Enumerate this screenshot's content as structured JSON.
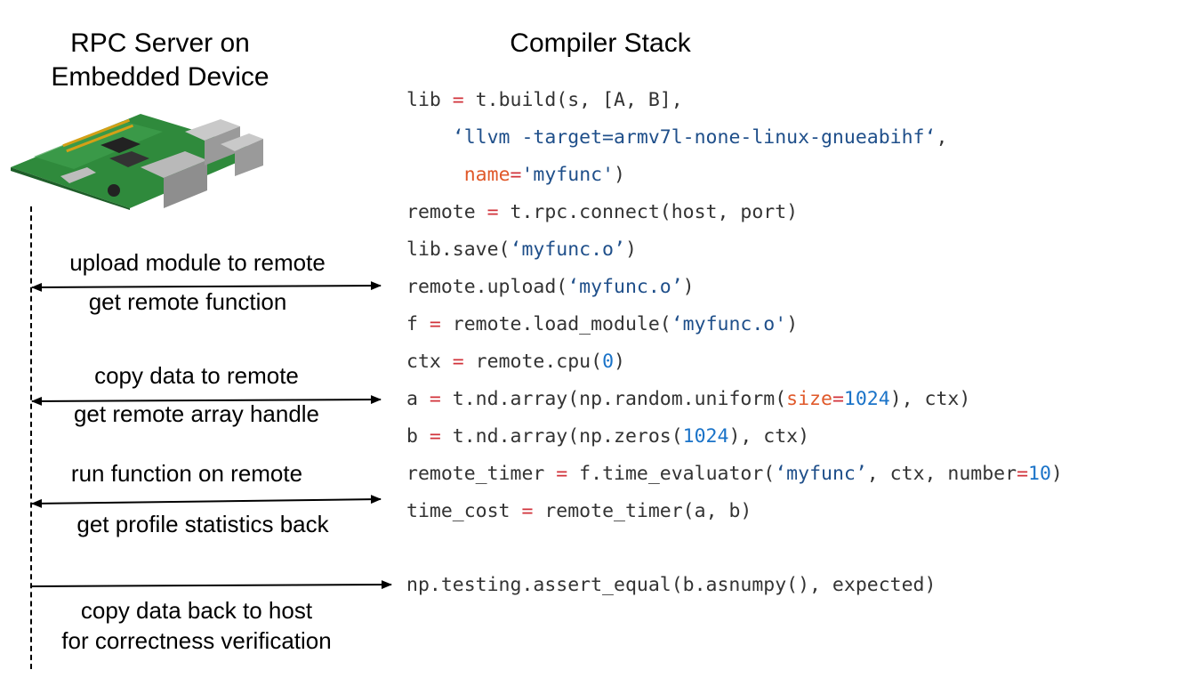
{
  "left_title": "RPC Server on\nEmbedded Device",
  "right_title": "Compiler Stack",
  "code_lines": [
    [
      {
        "t": "lib ",
        "c": ""
      },
      {
        "t": "=",
        "c": "op"
      },
      {
        "t": " t.build(s, [A, B],",
        "c": ""
      }
    ],
    [
      {
        "t": "    ",
        "c": ""
      },
      {
        "t": "‘llvm -target=armv7l-none-linux-gnueabihf‘",
        "c": "str"
      },
      {
        "t": ",",
        "c": ""
      }
    ],
    [
      {
        "t": "     ",
        "c": ""
      },
      {
        "t": "name",
        "c": "kw"
      },
      {
        "t": "=",
        "c": "op"
      },
      {
        "t": "'myfunc'",
        "c": "str"
      },
      {
        "t": ")",
        "c": ""
      }
    ],
    [
      {
        "t": "remote ",
        "c": ""
      },
      {
        "t": "=",
        "c": "op"
      },
      {
        "t": " t.rpc.connect(host, port)",
        "c": ""
      }
    ],
    [
      {
        "t": "lib.save(",
        "c": ""
      },
      {
        "t": "‘myfunc.o’",
        "c": "str"
      },
      {
        "t": ")",
        "c": ""
      }
    ],
    [
      {
        "t": "remote.upload(",
        "c": ""
      },
      {
        "t": "‘myfunc.o’",
        "c": "str"
      },
      {
        "t": ")",
        "c": ""
      }
    ],
    [
      {
        "t": "f ",
        "c": ""
      },
      {
        "t": "=",
        "c": "op"
      },
      {
        "t": " remote.load_module(",
        "c": ""
      },
      {
        "t": "‘myfunc.o'",
        "c": "str"
      },
      {
        "t": ")",
        "c": ""
      }
    ],
    [
      {
        "t": "ctx ",
        "c": ""
      },
      {
        "t": "=",
        "c": "op"
      },
      {
        "t": " remote.cpu(",
        "c": ""
      },
      {
        "t": "0",
        "c": "num"
      },
      {
        "t": ")",
        "c": ""
      }
    ],
    [
      {
        "t": "a ",
        "c": ""
      },
      {
        "t": "=",
        "c": "op"
      },
      {
        "t": " t.nd.array(np.random.uniform(",
        "c": ""
      },
      {
        "t": "size",
        "c": "kw"
      },
      {
        "t": "=",
        "c": "op"
      },
      {
        "t": "1024",
        "c": "num"
      },
      {
        "t": "), ctx)",
        "c": ""
      }
    ],
    [
      {
        "t": "b ",
        "c": ""
      },
      {
        "t": "=",
        "c": "op"
      },
      {
        "t": " t.nd.array(np.zeros(",
        "c": ""
      },
      {
        "t": "1024",
        "c": "num"
      },
      {
        "t": "), ctx)",
        "c": ""
      }
    ],
    [
      {
        "t": "remote_timer ",
        "c": ""
      },
      {
        "t": "=",
        "c": "op"
      },
      {
        "t": " f.time_evaluator(",
        "c": ""
      },
      {
        "t": "‘myfunc’",
        "c": "str"
      },
      {
        "t": ", ctx, number",
        "c": ""
      },
      {
        "t": "=",
        "c": "op"
      },
      {
        "t": "10",
        "c": "num"
      },
      {
        "t": ")",
        "c": ""
      }
    ],
    [
      {
        "t": "time_cost ",
        "c": ""
      },
      {
        "t": "=",
        "c": "op"
      },
      {
        "t": " remote_timer(a, b)",
        "c": ""
      }
    ],
    [
      {
        "t": "np.testing.assert_equal(b.asnumpy(), expected)",
        "c": ""
      }
    ]
  ],
  "arrow_labels": {
    "a1_top": "upload module to remote",
    "a1_bottom": "get remote function",
    "a2_top": "copy data to remote",
    "a2_bottom": "get remote array handle",
    "a3_top": "run function on remote",
    "a3_bottom": "get profile statistics back",
    "a4_bottom_1": "copy data back to host",
    "a4_bottom_2": "for correctness verification"
  },
  "colors": {
    "operator": "#d1323a",
    "string": "#1f4f8a",
    "keyword": "#e0592a",
    "number": "#1a73c8",
    "board": "#2f8a3c"
  }
}
